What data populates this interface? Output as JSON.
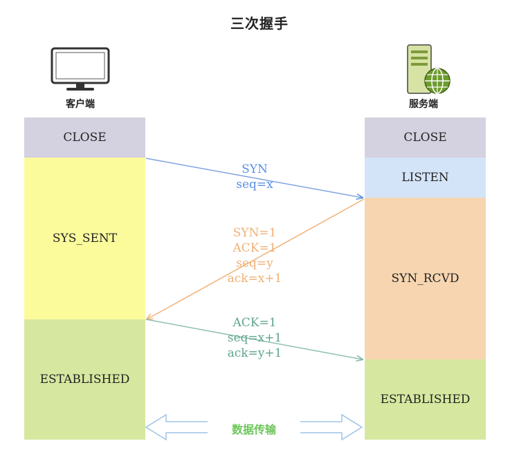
{
  "title": "三次握手",
  "client": {
    "label": "客户端",
    "icon": "monitor-icon"
  },
  "server": {
    "label": "服务端",
    "icon": "server-globe-icon"
  },
  "client_states": [
    {
      "label": "CLOSE",
      "color": "#d4d1e0"
    },
    {
      "label": "SYS_SENT",
      "color": "#fcfb9c"
    },
    {
      "label": "ESTABLISHED",
      "color": "#d6e8a0"
    }
  ],
  "server_states": [
    {
      "label": "CLOSE",
      "color": "#d4d1e0"
    },
    {
      "label": "LISTEN",
      "color": "#d4e4f8"
    },
    {
      "label": "SYN_RCVD",
      "color": "#f6d5b0"
    },
    {
      "label": "ESTABLISHED",
      "color": "#d6e8a0"
    }
  ],
  "messages": [
    {
      "lines": [
        "SYN",
        "seq=x"
      ],
      "color": "#5b8fe6"
    },
    {
      "lines": [
        "SYN=1",
        "ACK=1",
        "seq=y",
        "ack=x+1"
      ],
      "color": "#f0b176"
    },
    {
      "lines": [
        "ACK=1",
        "seq=x+1",
        "ack=y+1"
      ],
      "color": "#5fa58c"
    }
  ],
  "data_transfer": {
    "label": "数据传输",
    "color": "#6cc65a",
    "arrow_color": "#9ec3e6"
  }
}
